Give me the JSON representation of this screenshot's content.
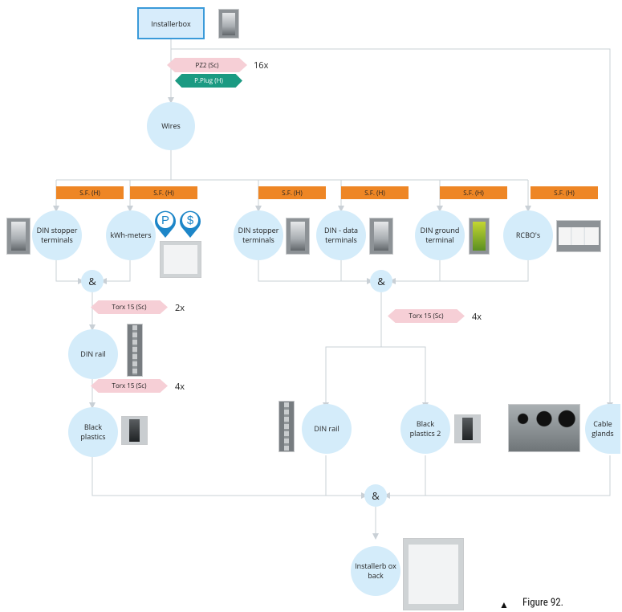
{
  "root": "Installerbox",
  "top_tools": [
    {
      "label": "PZ2 (Sc)",
      "color": "pink"
    },
    {
      "label": "P.Plug (H)",
      "color": "green"
    }
  ],
  "top_count": "16x",
  "wires": "Wires",
  "sf_label": "S.F. (H)",
  "left_nodes": [
    "DIN stopper terminals",
    "kWh-meters"
  ],
  "right_nodes": [
    "DIN stopper terminals",
    "DIN - data terminals",
    "DIN ground terminal",
    "RCBO's"
  ],
  "amp": "&",
  "torx_label": "Torx 15 (Sc)",
  "torx_counts": [
    "2x",
    "4x",
    "4x"
  ],
  "din_rail": "DIN rail",
  "black_plastics": "Black plastics",
  "din_rail_2": "DIN rail",
  "black_plastics_2": "Black plastics 2",
  "cable_glands": "Cable glands",
  "back": "Installerb ox back",
  "caption": "Figure 92.",
  "caption_marker": "▲",
  "pin_glyphs": [
    "P",
    "$"
  ],
  "colors": {
    "node": "#d4ecfa",
    "root_border": "#3a9ad9",
    "sf": "#ee8625",
    "hex_pink": "#f6cfd6",
    "hex_green": "#1b9a82",
    "line": "#c9d0d6",
    "pin": "#1d86c8"
  }
}
